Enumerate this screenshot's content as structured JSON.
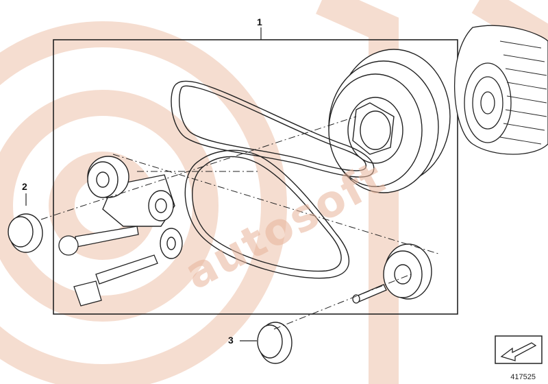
{
  "diagram": {
    "callouts": [
      {
        "id": "1",
        "label": "1"
      },
      {
        "id": "2",
        "label": "2"
      },
      {
        "id": "3",
        "label": "3"
      }
    ],
    "image_number": "417525",
    "watermark_text": "autosoft",
    "colors": {
      "line": "#222222",
      "watermark": "#e8b49a",
      "watermark_light": "#f5ddd0"
    }
  }
}
